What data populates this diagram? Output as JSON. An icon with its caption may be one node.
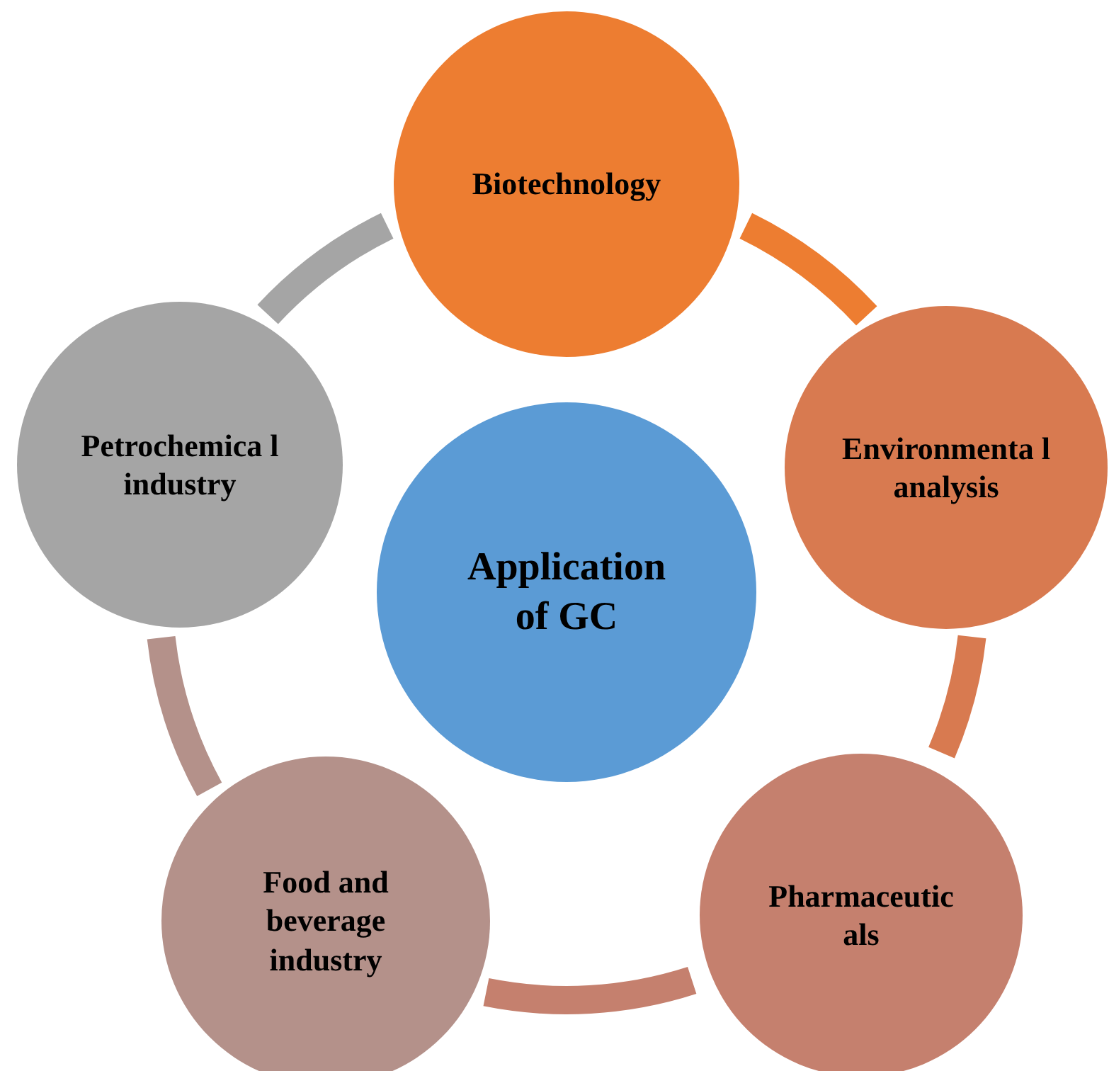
{
  "diagram": {
    "nodes": [
      {
        "text": [
          "Application of GC"
        ]
      },
      {
        "text": [
          "Biotechnology"
        ]
      },
      {
        "text": [
          "Environmenta l analysis"
        ]
      },
      {
        "text": [
          "Pharmaceutic als"
        ]
      },
      {
        "text": [
          "Food and beverage industry"
        ]
      },
      {
        "text": [
          "Petrochemica l industry"
        ]
      }
    ],
    "edges": [
      {
        "from": 1,
        "to": 2,
        "arrow": "none",
        "color": "#ed7d31"
      },
      {
        "from": 2,
        "to": 3,
        "arrow": "none",
        "color": "#d87a50"
      },
      {
        "from": 3,
        "to": 4,
        "arrow": "none",
        "color": "#c5806e"
      },
      {
        "from": 4,
        "to": 5,
        "arrow": "none",
        "color": "#b4918a"
      },
      {
        "from": 5,
        "to": 1,
        "arrow": "none",
        "color": "#a5a5a5"
      }
    ]
  }
}
